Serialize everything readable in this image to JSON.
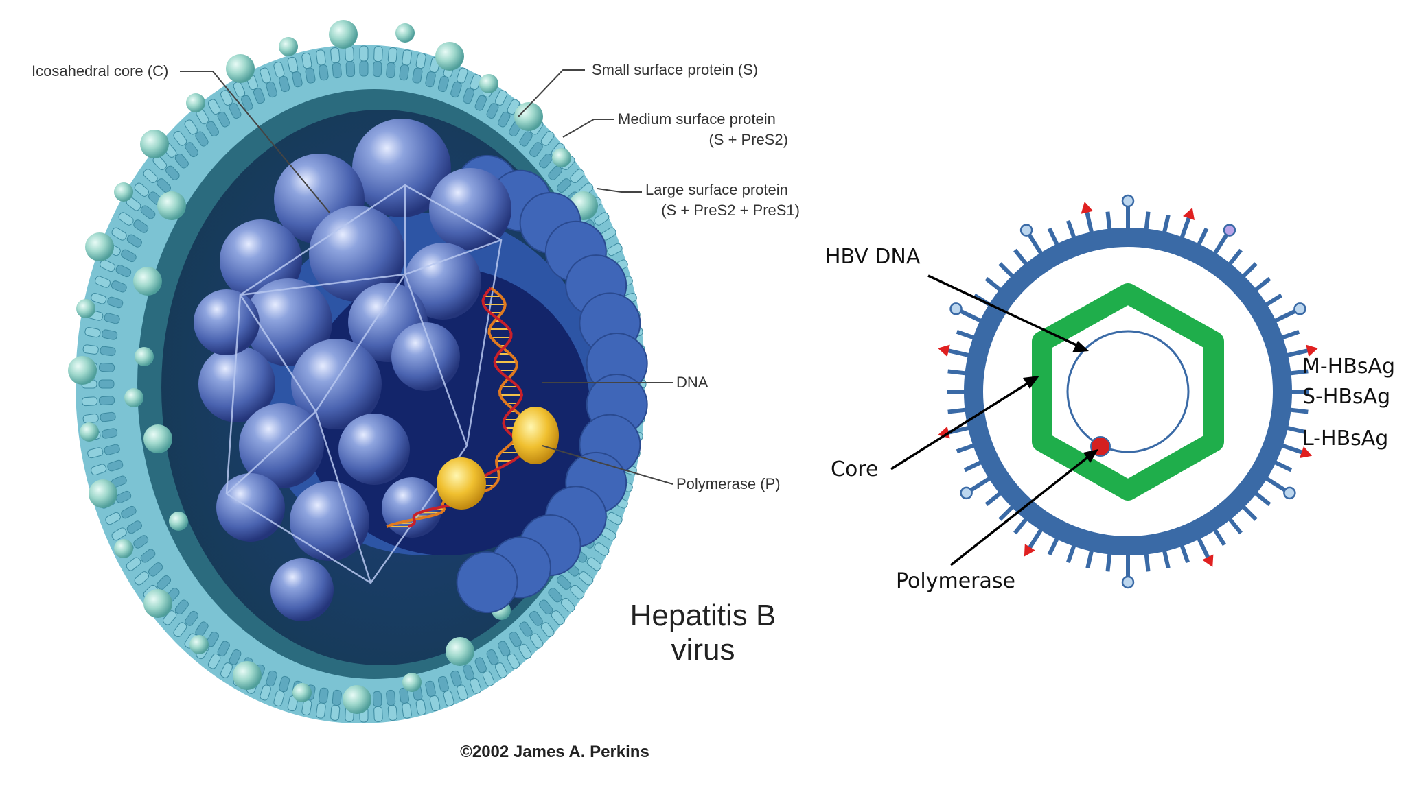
{
  "left_illustration": {
    "labels": {
      "icosahedral_core": "Icosahedral core (C)",
      "small_surface_protein": "Small surface protein (S)",
      "medium_surface_protein_line1": "Medium surface protein",
      "medium_surface_protein_line2": "(S + PreS2)",
      "large_surface_protein_line1": "Large surface protein",
      "large_surface_protein_line2": "(S + PreS2 + PreS1)",
      "dna": "DNA",
      "polymerase": "Polymerase (P)"
    },
    "title_line1": "Hepatitis B",
    "title_line2": "virus",
    "copyright": "©2002 James A. Perkins"
  },
  "right_schematic": {
    "labels": {
      "hbv_dna": "HBV DNA",
      "core": "Core",
      "polymerase": "Polymerase",
      "m_hbsag": "M-HBsAg",
      "s_hbsag": "S-HBsAg",
      "l_hbsag": "L-HBsAg"
    }
  },
  "colors": {
    "envelope_teal": "#6db8cc",
    "core_blue": "#4a6fb3",
    "dna_orange": "#e07a1f",
    "polymerase_yellow": "#f0c030",
    "schematic_envelope": "#3a6aa6",
    "schematic_core_green": "#1fae4b",
    "schematic_polymerase_red": "#d42020",
    "l_hbsag_red": "#e02020",
    "m_hbsag_ball": "#bcd6ee",
    "special_ball_purple": "#b9a3e8"
  }
}
